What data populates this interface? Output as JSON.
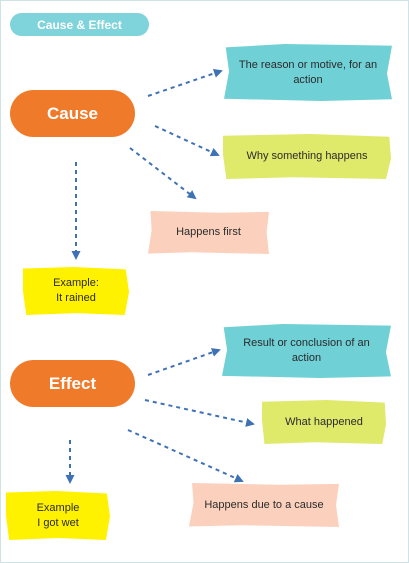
{
  "title": "Cause & Effect",
  "cause": {
    "label": "Cause",
    "notes": [
      "The reason or motive, for an action",
      "Why something happens",
      "Happens first"
    ],
    "example": [
      "Example:",
      "It rained"
    ]
  },
  "effect": {
    "label": "Effect",
    "notes": [
      "Result or conclusion of an action",
      "What happened",
      "Happens due to  a cause"
    ],
    "example": [
      "Example",
      "I got wet"
    ]
  },
  "colors": {
    "pill": "#ef7a2a",
    "teal": "#6fd0d6",
    "lime": "#dfe96a",
    "peach": "#fbd1bd",
    "yellow": "#fff200",
    "arrow": "#3f72b5"
  }
}
